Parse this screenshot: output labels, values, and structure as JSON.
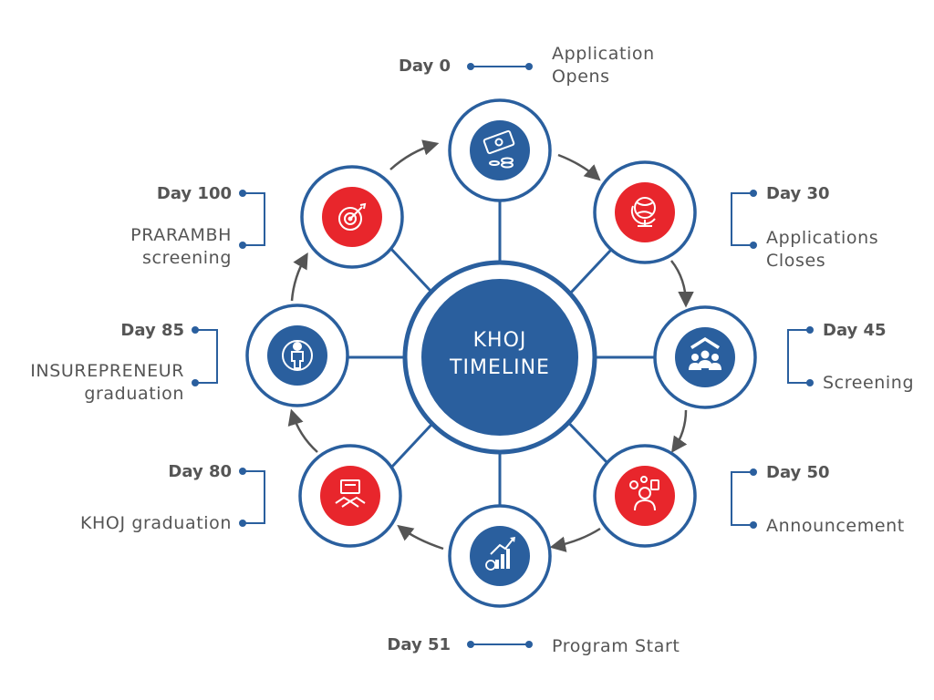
{
  "center": {
    "line1": "KHOJ",
    "line2": "TIMELINE"
  },
  "colors": {
    "blue": "#2a5f9e",
    "red": "#e8262c",
    "arrow": "#555555",
    "text": "#555555"
  },
  "milestones": [
    {
      "day": "Day 0",
      "desc_lines": [
        "Application",
        "Opens"
      ],
      "icon": "money-icon",
      "fill": "blue"
    },
    {
      "day": "Day 30",
      "desc_lines": [
        "Applications",
        "Closes"
      ],
      "icon": "globe-icon",
      "fill": "red"
    },
    {
      "day": "Day 45",
      "desc_lines": [
        "Screening"
      ],
      "icon": "team-icon",
      "fill": "blue"
    },
    {
      "day": "Day 50",
      "desc_lines": [
        "Announcement"
      ],
      "icon": "presenter-icon",
      "fill": "red"
    },
    {
      "day": "Day 51",
      "desc_lines": [
        "Program Start"
      ],
      "icon": "growth-chart-icon",
      "fill": "blue"
    },
    {
      "day": "Day 80",
      "desc_lines": [
        "KHOJ graduation"
      ],
      "icon": "handshake-icon",
      "fill": "red"
    },
    {
      "day": "Day 85",
      "desc_lines": [
        "INSUREPRENEUR",
        "graduation"
      ],
      "icon": "person-icon",
      "fill": "blue"
    },
    {
      "day": "Day 100",
      "desc_lines": [
        "PRARAMBH",
        "screening"
      ],
      "icon": "target-icon",
      "fill": "red"
    }
  ]
}
